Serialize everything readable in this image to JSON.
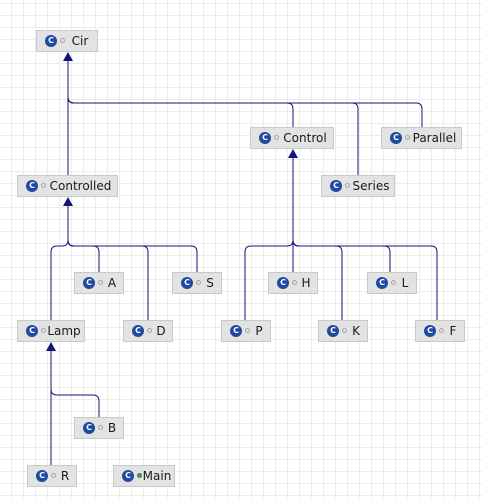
{
  "colors": {
    "edge": "#14147a",
    "node_bg": "#e3e3e3",
    "node_border": "#c9c9c9",
    "class_icon": "#1f4aa0"
  },
  "icons": {
    "class": "class-c-icon",
    "visibility": "visibility-dot-icon",
    "main": "main-run-icon"
  },
  "nodes": [
    {
      "id": "cir",
      "label": "Cir"
    },
    {
      "id": "control",
      "label": "Control"
    },
    {
      "id": "parallel",
      "label": "Parallel"
    },
    {
      "id": "controlled",
      "label": "Controlled"
    },
    {
      "id": "series",
      "label": "Series"
    },
    {
      "id": "a",
      "label": "A"
    },
    {
      "id": "s",
      "label": "S"
    },
    {
      "id": "h",
      "label": "H"
    },
    {
      "id": "l",
      "label": "L"
    },
    {
      "id": "lamp",
      "label": "Lamp"
    },
    {
      "id": "d",
      "label": "D"
    },
    {
      "id": "p",
      "label": "P"
    },
    {
      "id": "k",
      "label": "K"
    },
    {
      "id": "f",
      "label": "F"
    },
    {
      "id": "b",
      "label": "B"
    },
    {
      "id": "r",
      "label": "R"
    },
    {
      "id": "main",
      "label": "Main"
    }
  ],
  "edges": [
    {
      "from": "controlled",
      "to": "cir"
    },
    {
      "from": "control",
      "to": "cir"
    },
    {
      "from": "series",
      "to": "cir"
    },
    {
      "from": "parallel",
      "to": "cir"
    },
    {
      "from": "lamp",
      "to": "controlled"
    },
    {
      "from": "a",
      "to": "controlled"
    },
    {
      "from": "d",
      "to": "controlled"
    },
    {
      "from": "s",
      "to": "controlled"
    },
    {
      "from": "p",
      "to": "control"
    },
    {
      "from": "h",
      "to": "control"
    },
    {
      "from": "k",
      "to": "control"
    },
    {
      "from": "l",
      "to": "control"
    },
    {
      "from": "f",
      "to": "control"
    },
    {
      "from": "b",
      "to": "lamp"
    },
    {
      "from": "r",
      "to": "lamp"
    }
  ]
}
